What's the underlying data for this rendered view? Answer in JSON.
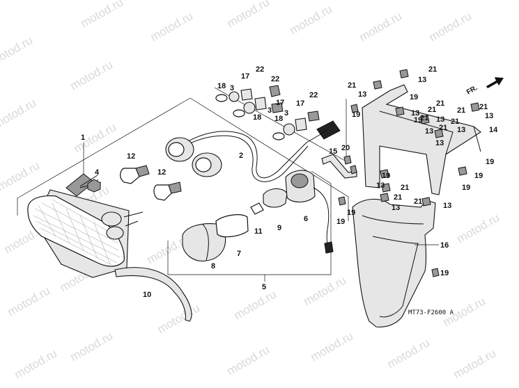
{
  "watermark": "motod.ru",
  "diagram_code": "MT73-F2600 A",
  "front_label": "FR.",
  "callouts": {
    "c1": "1",
    "c2": "2",
    "c3a": "3",
    "c3b": "3",
    "c3c": "3",
    "c4": "4",
    "c5": "5",
    "c6": "6",
    "c7": "7",
    "c8": "8",
    "c9": "9",
    "c10": "10",
    "c11": "11",
    "c12a": "12",
    "c12b": "12",
    "c13a": "13",
    "c13b": "13",
    "c13c": "13",
    "c13d": "13",
    "c13e": "13",
    "c13f": "13",
    "c13g": "13",
    "c13h": "13",
    "c13i": "13",
    "c13j": "13",
    "c13k": "13",
    "c14": "14",
    "c15": "15",
    "c16": "16",
    "c17a": "17",
    "c17b": "17",
    "c17c": "17",
    "c18a": "18",
    "c18b": "18",
    "c18c": "18",
    "c19a": "19",
    "c19b": "19",
    "c19c": "19",
    "c19d": "19",
    "c19e": "19",
    "c19f": "19",
    "c19g": "19",
    "c19h": "19",
    "c19i": "19",
    "c19j": "19",
    "c20": "20",
    "c21a": "21",
    "c21b": "21",
    "c21c": "21",
    "c21d": "21",
    "c21e": "21",
    "c21f": "21",
    "c21g": "21",
    "c21h": "21",
    "c21i": "21",
    "c21j": "21",
    "c21k": "21",
    "c21l": "21",
    "c22a": "22",
    "c22b": "22",
    "c22c": "22"
  }
}
